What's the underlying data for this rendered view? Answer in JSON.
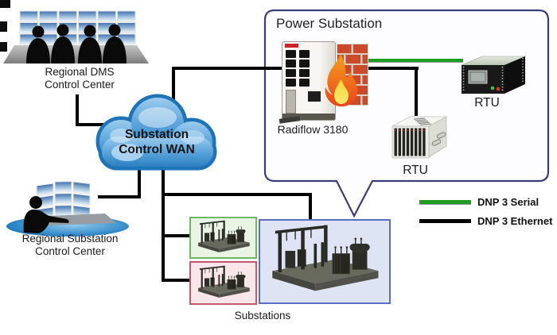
{
  "diagram": {
    "control_centers": {
      "dms": {
        "label_line1": "Regional DMS",
        "label_line2": "Control Center"
      },
      "substation_cc": {
        "label_line1": "Regional Substation",
        "label_line2": "Control Center"
      }
    },
    "wan_cloud": {
      "label_line1": "Substation",
      "label_line2": "Control WAN"
    },
    "power_substation": {
      "title": "Power Substation",
      "firewall_label": "Radiflow 3180",
      "rtu_serial_label": "RTU",
      "rtu_ethernet_label": "RTU"
    },
    "substations_label": "Substations",
    "legend": {
      "items": [
        {
          "label": "DNP 3 Serial",
          "color": "#1f9c24"
        },
        {
          "label": "DNP 3 Ethernet",
          "color": "#000000"
        }
      ]
    },
    "colors": {
      "serial_line": "#1f9c24",
      "ethernet_line": "#000000",
      "cloud_fill": "#4b9ad4",
      "cloud_border": "#1e74b6",
      "callout_border": "#3c3c78",
      "firewall_brick": "#ca4b2b",
      "substation_box_blue": "#5a6fc0",
      "substation_box_green": "#6cb865",
      "substation_box_red": "#c05a6a"
    }
  }
}
